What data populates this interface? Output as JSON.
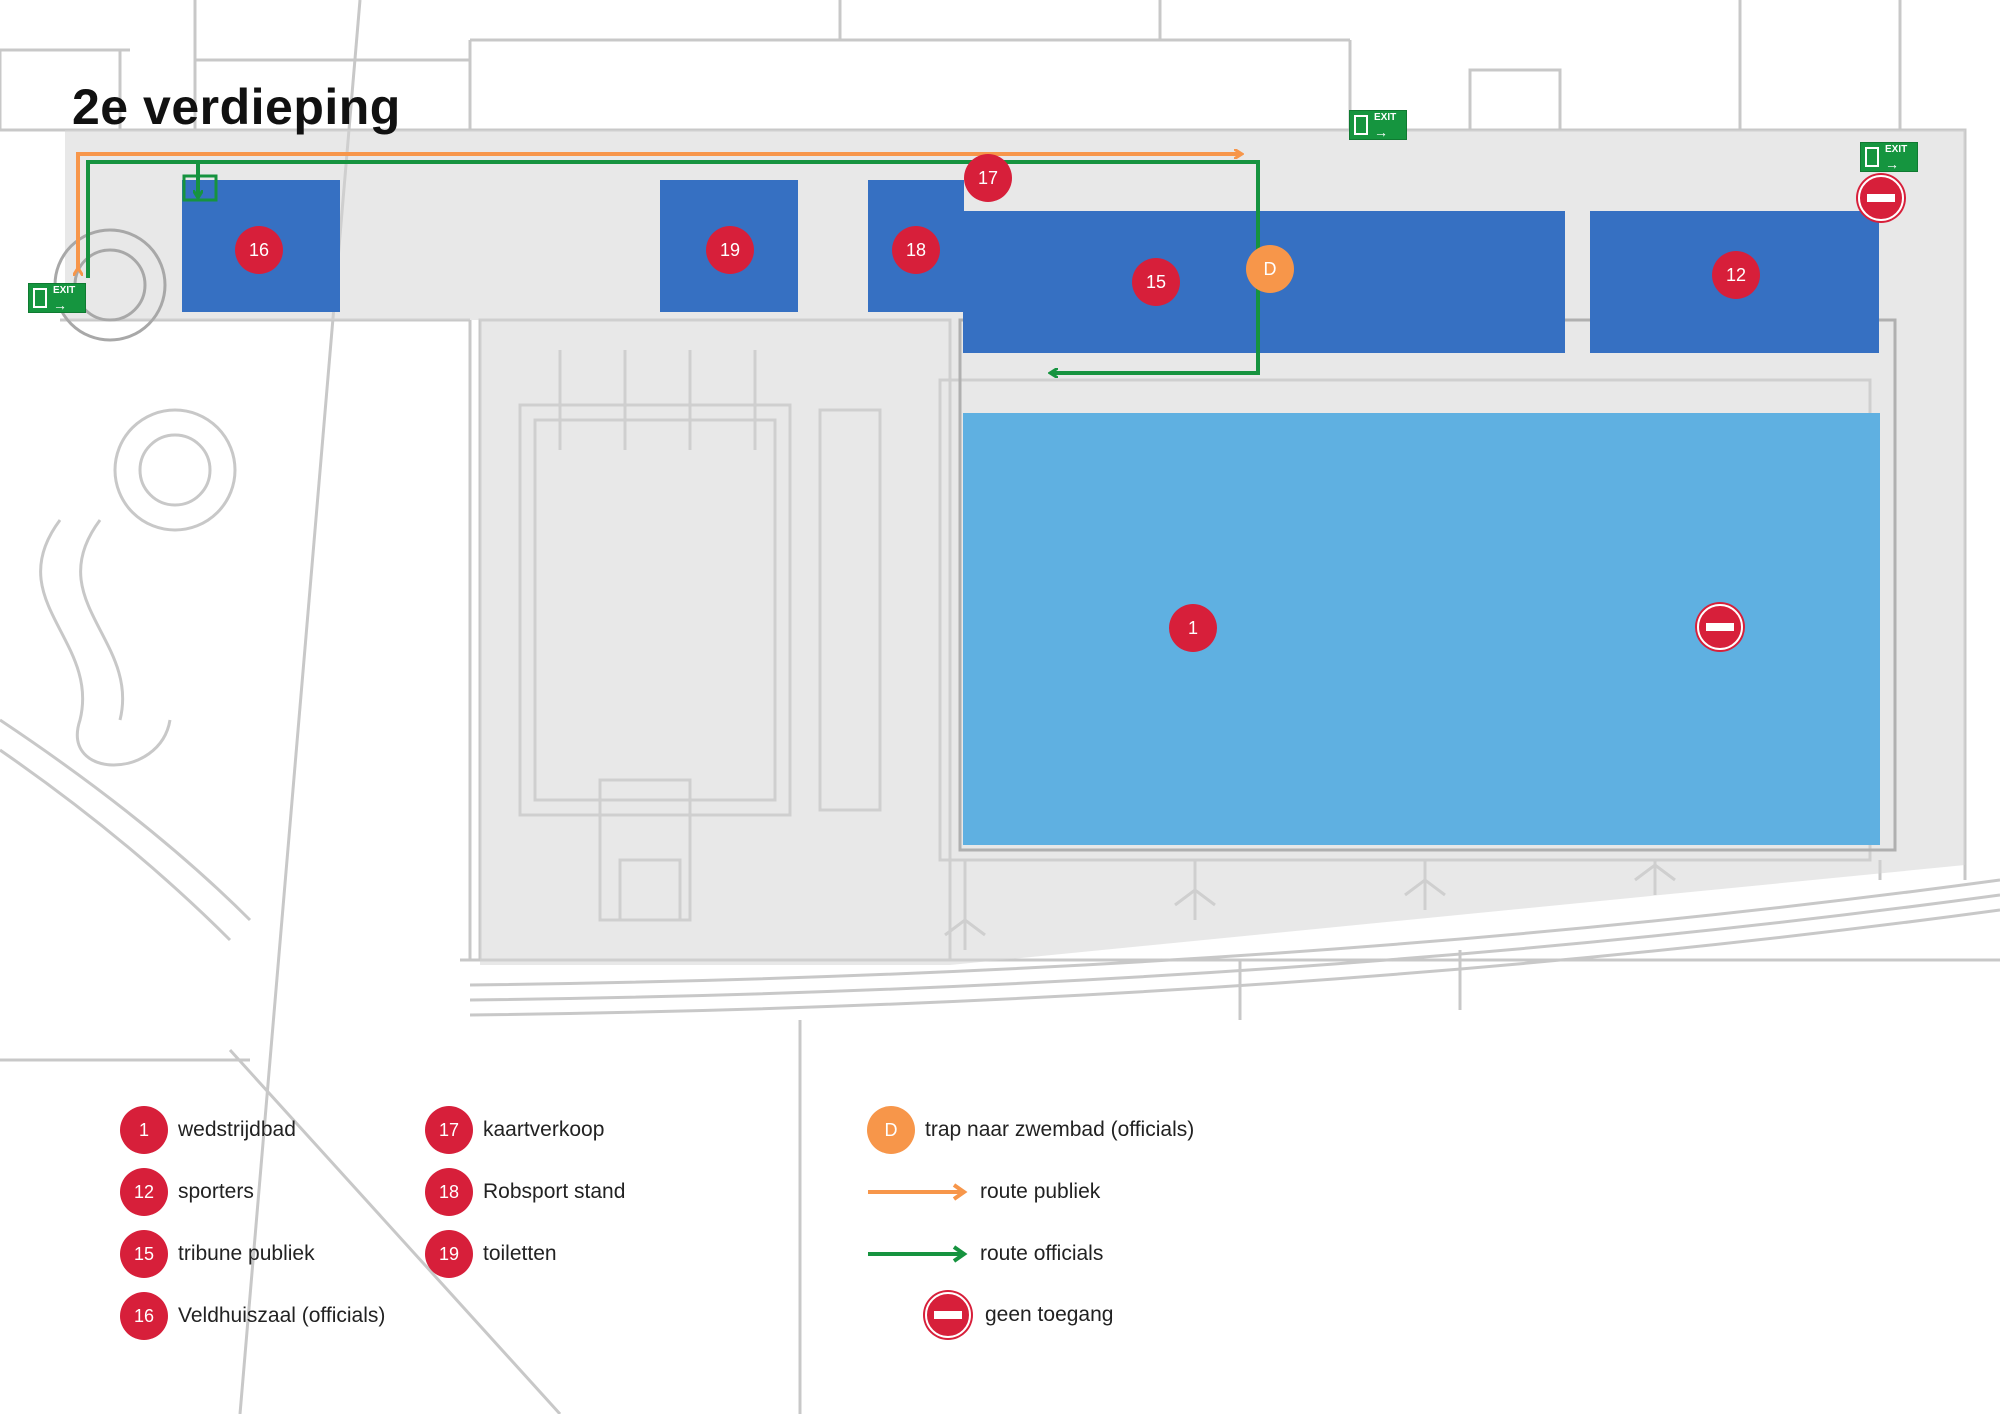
{
  "title": "2e verdieping",
  "colors": {
    "room": "#3670c2",
    "pool": "#5fb0e1",
    "badge": "#d71f3a",
    "stairs_badge": "#f7964a",
    "route_public": "#f7964a",
    "route_officials": "#16933f",
    "exit": "#15953f"
  },
  "map": {
    "rooms": [
      {
        "id": "16",
        "label": "16"
      },
      {
        "id": "19",
        "label": "19"
      },
      {
        "id": "18",
        "label": "18"
      },
      {
        "id": "15",
        "label": "15"
      },
      {
        "id": "12",
        "label": "12"
      }
    ],
    "pool": {
      "label": "1"
    },
    "ticket_badge": "17",
    "stairs_badge": "D",
    "exit_text": "EXIT",
    "exit_icon": "running-man-exit-icon",
    "noentry_icon": "no-entry-icon"
  },
  "legend": {
    "items": [
      {
        "badge": "1",
        "label": "wedstrijdbad"
      },
      {
        "badge": "12",
        "label": "sporters"
      },
      {
        "badge": "15",
        "label": "tribune publiek"
      },
      {
        "badge": "16",
        "label": "Veldhuiszaal (officials)"
      },
      {
        "badge": "17",
        "label": "kaartverkoop"
      },
      {
        "badge": "18",
        "label": "Robsport stand"
      },
      {
        "badge": "19",
        "label": "toiletten"
      },
      {
        "badge": "D",
        "label": "trap naar zwembad (officials)"
      }
    ],
    "route_public": "route publiek",
    "route_officials": "route officials",
    "no_access": "geen toegang"
  }
}
